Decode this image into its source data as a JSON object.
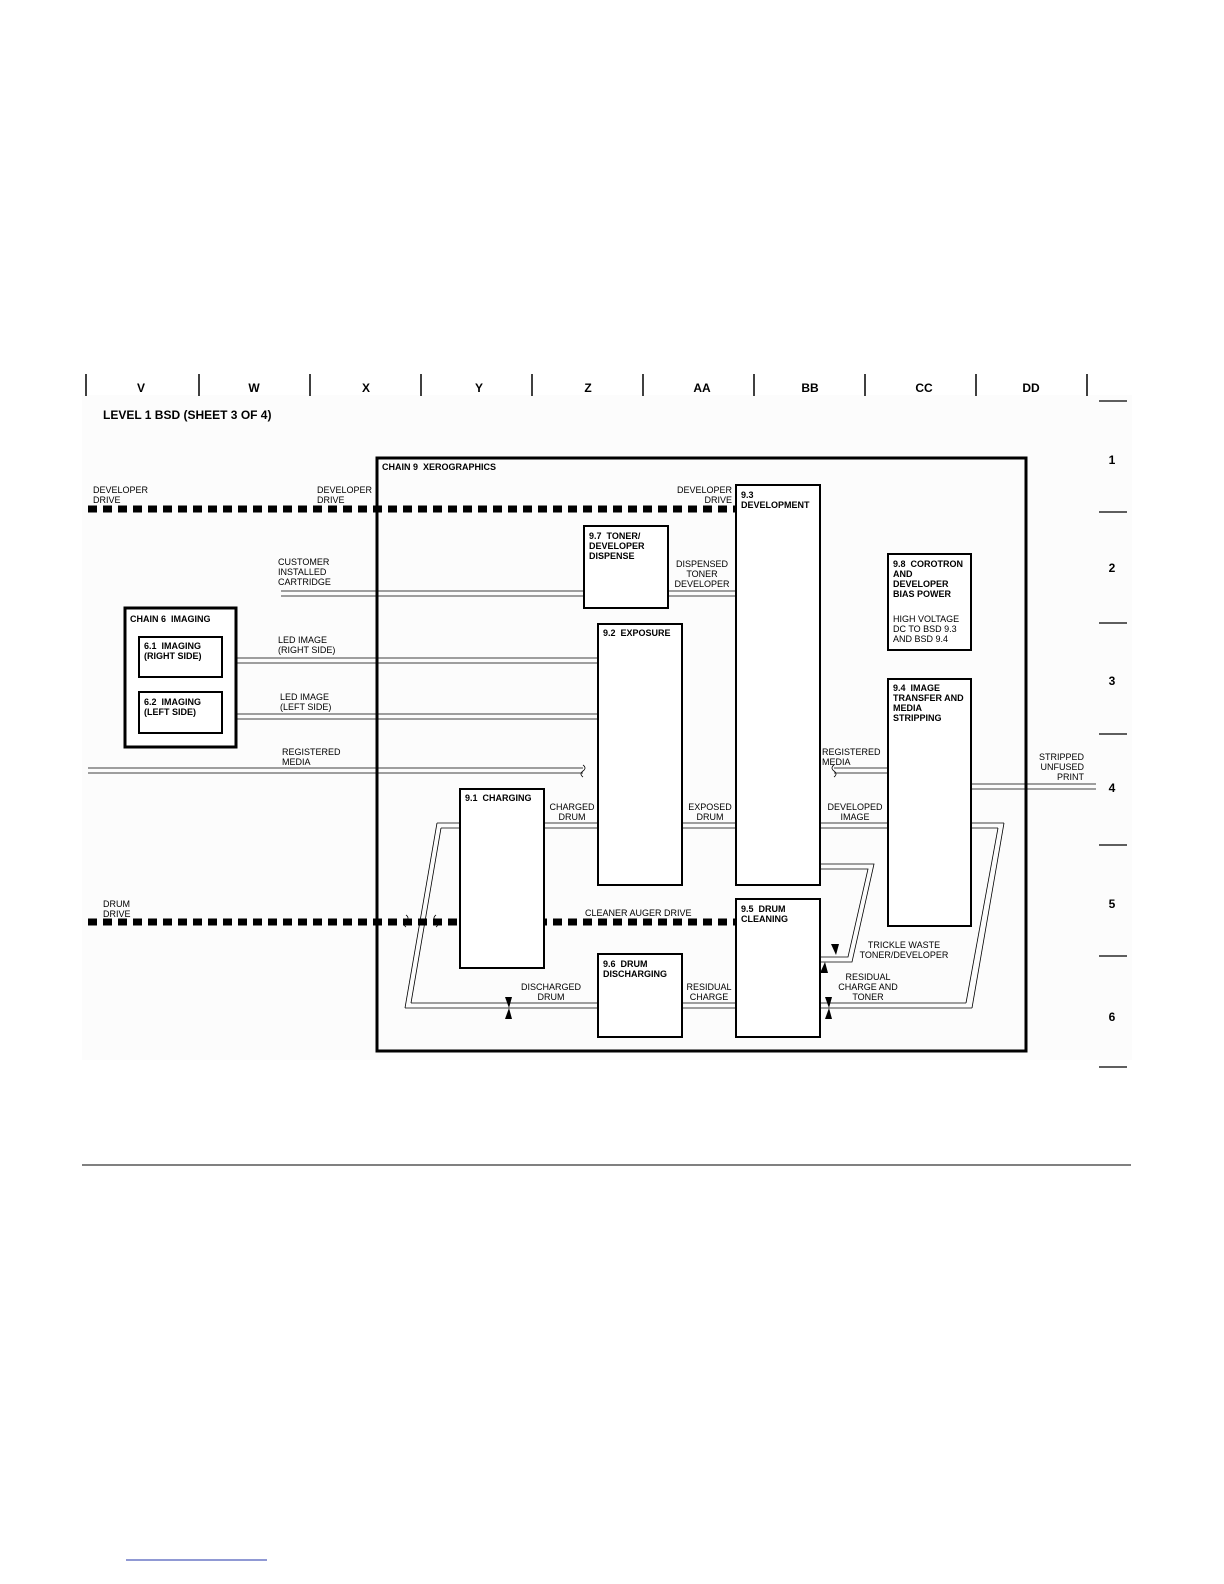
{
  "header": {
    "columns": [
      "V",
      "W",
      "X",
      "Y",
      "Z",
      "AA",
      "BB",
      "CC",
      "DD"
    ],
    "rows": [
      "1",
      "2",
      "3",
      "4",
      "5",
      "6"
    ]
  },
  "title": "LEVEL 1 BSD (SHEET 3 OF 4)",
  "chain9": {
    "label": "CHAIN 9  XEROGRAPHICS"
  },
  "chain6": {
    "label": "CHAIN 6  IMAGING",
    "imaging_right": "6.1  IMAGING\n(RIGHT SIDE)",
    "imaging_left": "6.2  IMAGING\n(LEFT SIDE)"
  },
  "blocks": {
    "toner_dispense": "9.7  TONER/\nDEVELOPER\nDISPENSE",
    "development": "9.3\nDEVELOPMENT",
    "exposure": "9.2  EXPOSURE",
    "corotron_title": "9.8  COROTRON\nAND\nDEVELOPER\nBIAS POWER",
    "corotron_note": "HIGH VOLTAGE\nDC TO BSD 9.3\nAND BSD 9.4",
    "image_transfer": "9.4  IMAGE\nTRANSFER AND\nMEDIA\nSTRIPPING",
    "charging": "9.1  CHARGING",
    "drum_cleaning": "9.5  DRUM\nCLEANING",
    "drum_discharging": "9.6  DRUM\nDISCHARGING"
  },
  "signals": {
    "developer_drive_left": "DEVELOPER\nDRIVE",
    "developer_drive_mid": "DEVELOPER\nDRIVE",
    "developer_drive_right": "DEVELOPER\nDRIVE",
    "customer_cartridge": "CUSTOMER\nINSTALLED\nCARTRIDGE",
    "dispensed_toner": "DISPENSED\nTONER\nDEVELOPER",
    "led_right": "LED IMAGE\n(RIGHT SIDE)",
    "led_left": "LED IMAGE\n(LEFT SIDE)",
    "registered_media_left": "REGISTERED\nMEDIA",
    "registered_media_right": "REGISTERED\nMEDIA",
    "stripped_print": "STRIPPED\nUNFUSED\nPRINT",
    "charged_drum": "CHARGED\nDRUM",
    "exposed_drum": "EXPOSED\nDRUM",
    "developed_image": "DEVELOPED\nIMAGE",
    "drum_drive": "DRUM\nDRIVE",
    "cleaner_auger": "CLEANER AUGER DRIVE",
    "trickle_waste": "TRICKLE WASTE\nTONER/DEVELOPER",
    "residual_charge_toner": "RESIDUAL\nCHARGE AND\nTONER",
    "discharged_drum": "DISCHARGED\nDRUM",
    "residual_charge": "RESIDUAL\nCHARGE"
  }
}
